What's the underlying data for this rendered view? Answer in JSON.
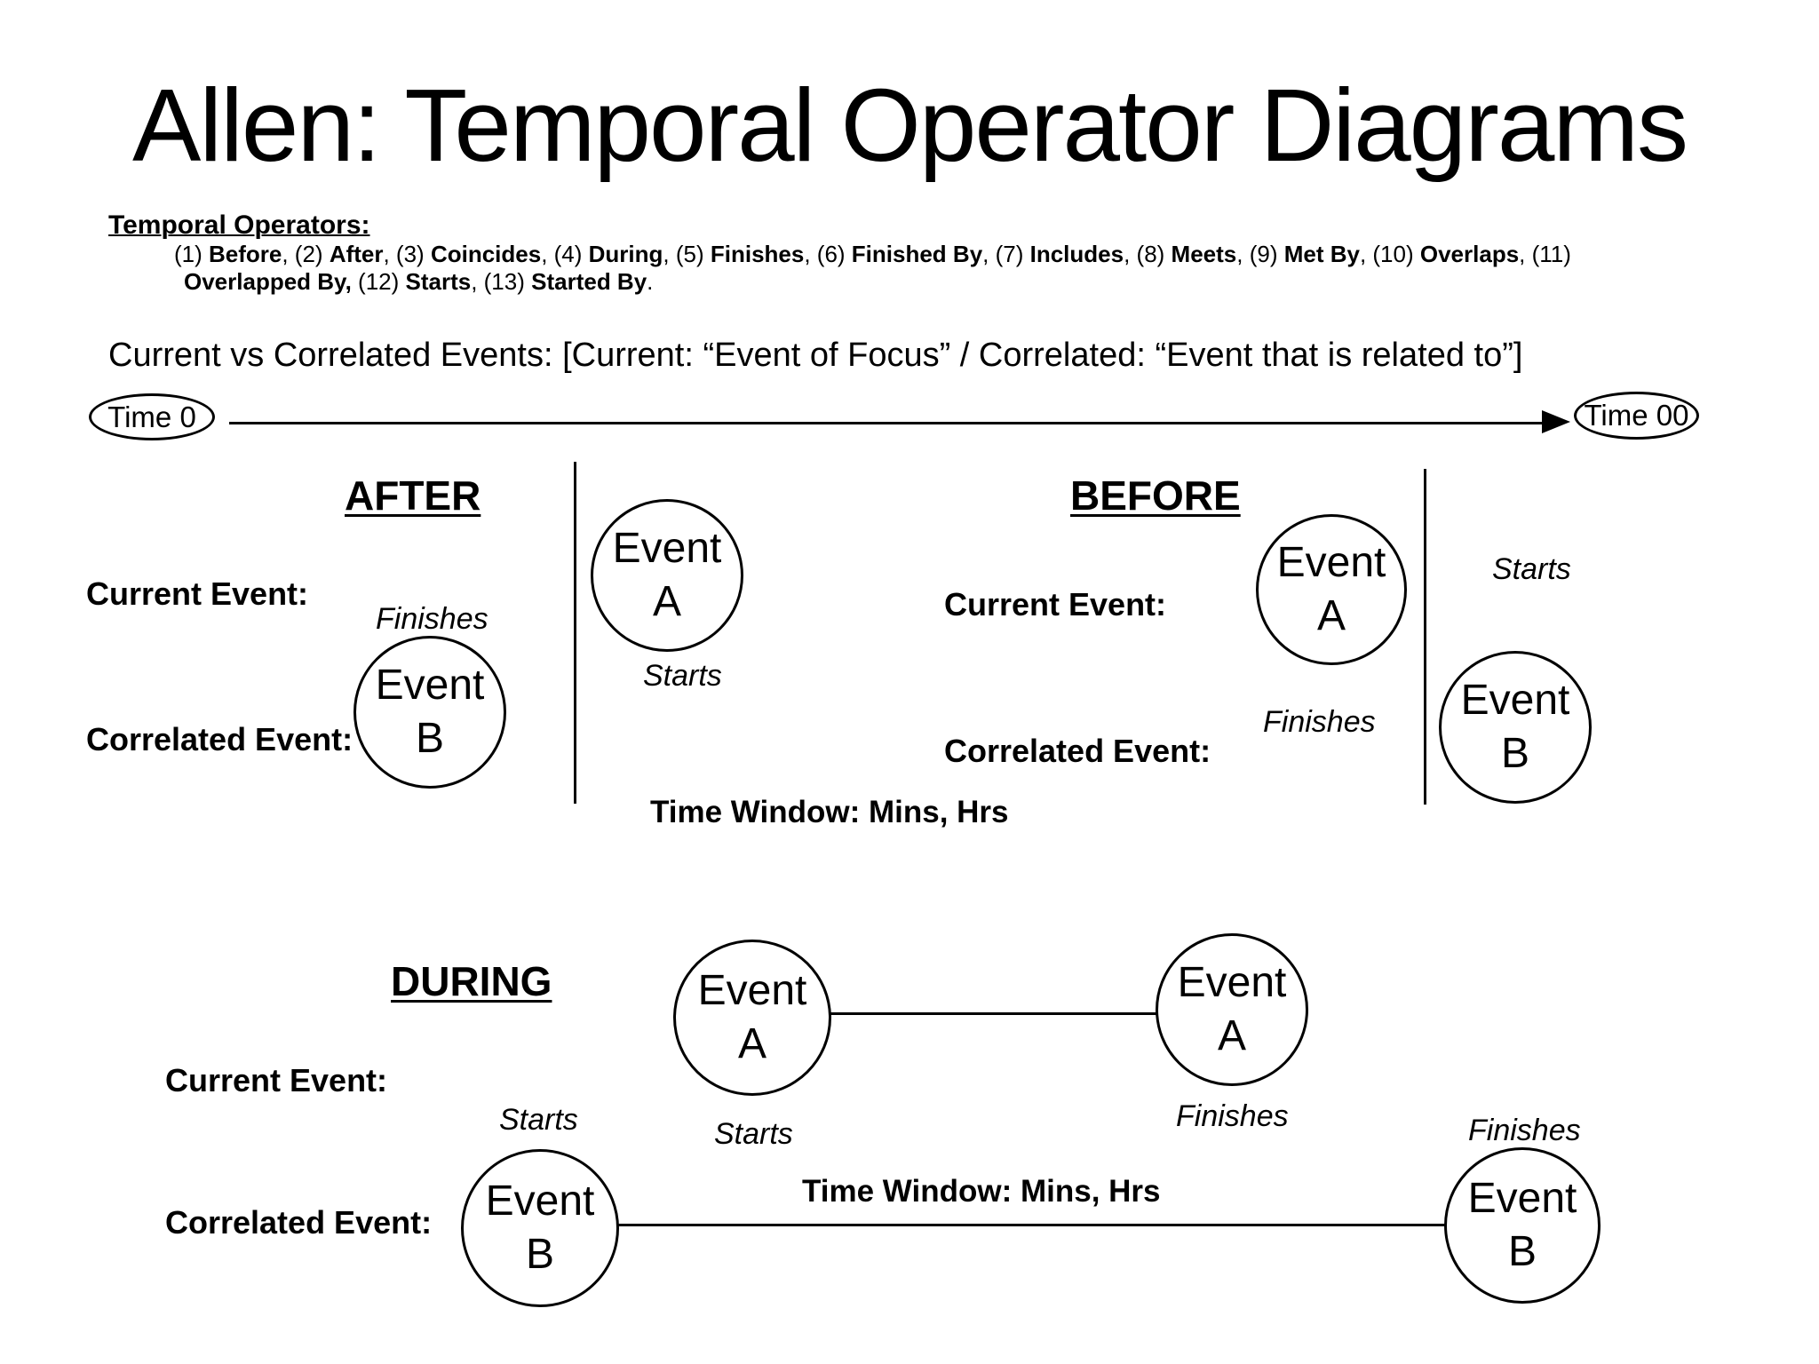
{
  "colors": {
    "ink": "#000000",
    "paper": "#ffffff"
  },
  "title": "Allen: Temporal Operator Diagrams",
  "operators": {
    "heading": "Temporal Operators:",
    "line1": [
      {
        "text": "(1) ",
        "bold": false
      },
      {
        "text": "Before",
        "bold": true
      },
      {
        "text": ", (2) ",
        "bold": false
      },
      {
        "text": "After",
        "bold": true
      },
      {
        "text": ", (3) ",
        "bold": false
      },
      {
        "text": "Coincides",
        "bold": true
      },
      {
        "text": ", (4) ",
        "bold": false
      },
      {
        "text": "During",
        "bold": true
      },
      {
        "text": ", (5) ",
        "bold": false
      },
      {
        "text": "Finishes",
        "bold": true
      },
      {
        "text": ", (6) ",
        "bold": false
      },
      {
        "text": "Finished By",
        "bold": true
      },
      {
        "text": ", (7) ",
        "bold": false
      },
      {
        "text": "Includes",
        "bold": true
      },
      {
        "text": ", (8) ",
        "bold": false
      },
      {
        "text": "Meets",
        "bold": true
      },
      {
        "text": ", (9) ",
        "bold": false
      },
      {
        "text": "Met By",
        "bold": true
      },
      {
        "text": ", (10) ",
        "bold": false
      },
      {
        "text": "Overlaps",
        "bold": true
      },
      {
        "text": ", (11)",
        "bold": false
      }
    ],
    "line2": [
      {
        "text": "Overlapped By,",
        "bold": true
      },
      {
        "text": " (12) ",
        "bold": false
      },
      {
        "text": "Starts",
        "bold": true
      },
      {
        "text": ", (13) ",
        "bold": false
      },
      {
        "text": "Started By",
        "bold": true
      },
      {
        "text": ".",
        "bold": false
      }
    ]
  },
  "subtitle": "Current vs Correlated Events: [Current: “Event of Focus” / Correlated: “Event that is related to”]",
  "timeline": {
    "start": "Time 0",
    "end": "Time 00"
  },
  "labels": {
    "current": "Current Event:",
    "correlated": "Correlated Event:",
    "starts": "Starts",
    "finishes": "Finishes",
    "time_window": "Time Window: Mins, Hrs",
    "event": "Event",
    "a": "A",
    "b": "B"
  },
  "sections": {
    "after": {
      "heading": "AFTER"
    },
    "before": {
      "heading": "BEFORE"
    },
    "during": {
      "heading": "DURING"
    }
  }
}
